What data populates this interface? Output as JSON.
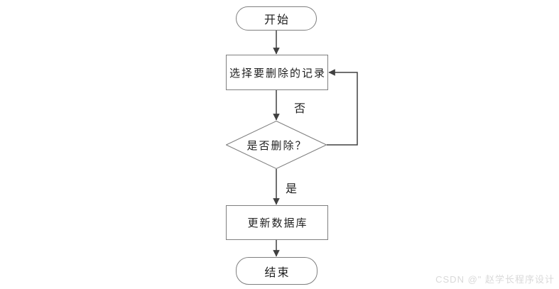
{
  "flowchart": {
    "nodes": {
      "start": {
        "type": "terminator",
        "label": "开始"
      },
      "select": {
        "type": "process",
        "label": "选择要删除的记录"
      },
      "decision": {
        "type": "decision",
        "label": "是否删除？"
      },
      "update": {
        "type": "process",
        "label": "更新数据库"
      },
      "end": {
        "type": "terminator",
        "label": "结束"
      }
    },
    "edges": [
      {
        "from": "start",
        "to": "select",
        "label": ""
      },
      {
        "from": "select",
        "to": "decision",
        "label": "否"
      },
      {
        "from": "decision",
        "to": "select",
        "label": "",
        "route": "right-loop"
      },
      {
        "from": "decision",
        "to": "update",
        "label": "是"
      },
      {
        "from": "update",
        "to": "end",
        "label": ""
      }
    ],
    "edge_labels": {
      "no": "否",
      "yes": "是"
    }
  },
  "watermark": {
    "text": "CSDN @\" 赵学长程序设计"
  },
  "colors": {
    "background": "#ffffff",
    "shape_border": "#7f7f7f",
    "shape_fill": "#ffffff",
    "connector": "#404040",
    "text": "#1f1f1f",
    "watermark_text": "#d9d9d9"
  }
}
